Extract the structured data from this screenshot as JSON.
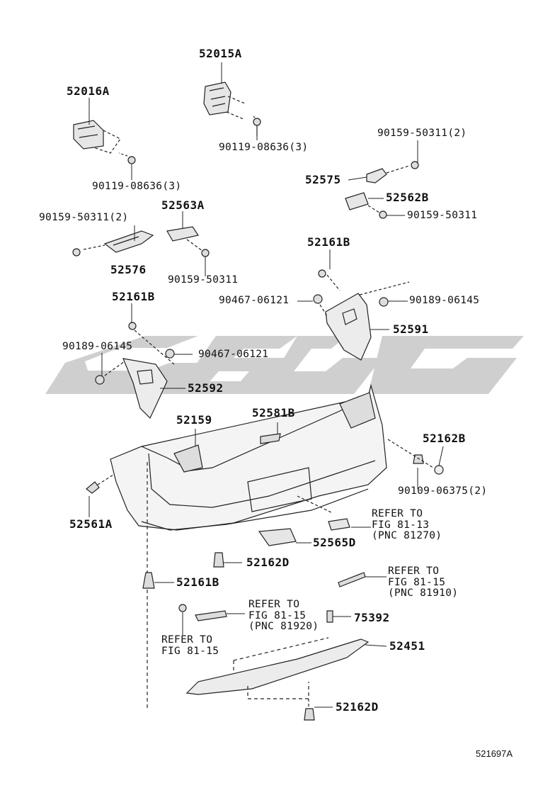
{
  "watermark": {
    "color": "#cfcfcf"
  },
  "figure_code": "521697A",
  "callouts": [
    {
      "id": "52015A",
      "text": "52015A"
    },
    {
      "id": "52016A",
      "text": "52016A"
    },
    {
      "id": "90119-08636-3a",
      "text": "90119-08636(3)"
    },
    {
      "id": "90119-08636-3b",
      "text": "90119-08636(3)"
    },
    {
      "id": "90159-50311-2a",
      "text": "90159-50311(2)"
    },
    {
      "id": "52575",
      "text": "52575"
    },
    {
      "id": "52562B",
      "text": "52562B"
    },
    {
      "id": "90159-50311a",
      "text": "90159-50311"
    },
    {
      "id": "90159-50311-2b",
      "text": "90159-50311(2)"
    },
    {
      "id": "52563A",
      "text": "52563A"
    },
    {
      "id": "52576",
      "text": "52576"
    },
    {
      "id": "90159-50311b",
      "text": "90159-50311"
    },
    {
      "id": "52161B-a",
      "text": "52161B"
    },
    {
      "id": "90467-06121a",
      "text": "90467-06121"
    },
    {
      "id": "90189-06145a",
      "text": "90189-06145"
    },
    {
      "id": "52591",
      "text": "52591"
    },
    {
      "id": "52161B-b",
      "text": "52161B"
    },
    {
      "id": "90189-06145b",
      "text": "90189-06145"
    },
    {
      "id": "90467-06121b",
      "text": "90467-06121"
    },
    {
      "id": "52592",
      "text": "52592"
    },
    {
      "id": "52581B",
      "text": "52581B"
    },
    {
      "id": "52159",
      "text": "52159"
    },
    {
      "id": "52162B",
      "text": "52162B"
    },
    {
      "id": "90109-06375-2",
      "text": "90109-06375(2)"
    },
    {
      "id": "52561A",
      "text": "52561A"
    },
    {
      "id": "refer-81-13",
      "text": "REFER TO\nFIG 81-13\n(PNC 81270)"
    },
    {
      "id": "52565D",
      "text": "52565D"
    },
    {
      "id": "52162D-a",
      "text": "52162D"
    },
    {
      "id": "52161B-c",
      "text": "52161B"
    },
    {
      "id": "refer-81-15-a",
      "text": "REFER TO\nFIG 81-15\n(PNC 81910)"
    },
    {
      "id": "refer-81-15-b",
      "text": "REFER TO\nFIG 81-15\n(PNC 81920)"
    },
    {
      "id": "75392",
      "text": "75392"
    },
    {
      "id": "refer-81-15-c",
      "text": "REFER TO\nFIG 81-15"
    },
    {
      "id": "52451",
      "text": "52451"
    },
    {
      "id": "52162D-b",
      "text": "52162D"
    }
  ]
}
